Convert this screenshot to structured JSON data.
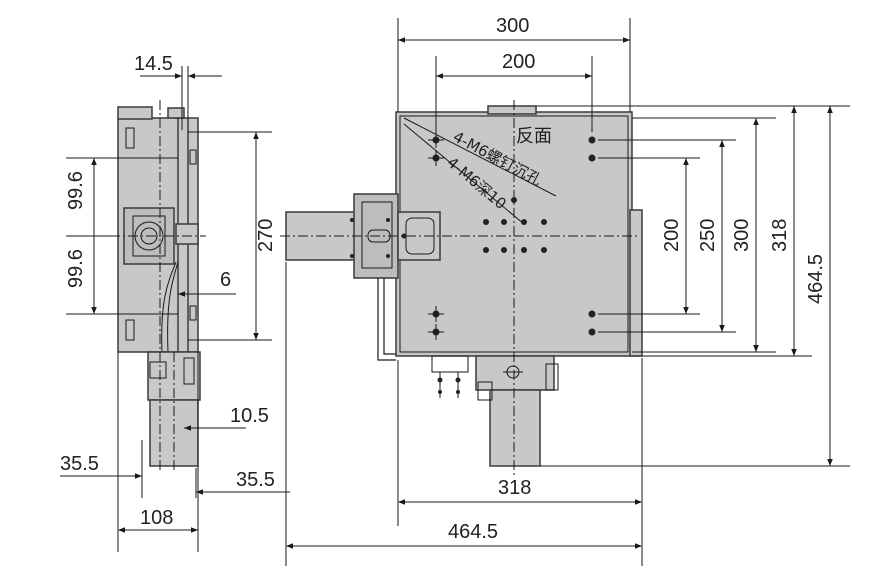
{
  "side_view": {
    "dims": {
      "top_width": "14.5",
      "upper_pitch": "99.6",
      "lower_pitch": "99.6",
      "height": "270",
      "gap": "6",
      "offset": "10.5",
      "left_offset": "35.5",
      "right_offset": "35.5",
      "total_width": "108"
    }
  },
  "plan_view": {
    "dims": {
      "top_outer": "300",
      "top_inner": "200",
      "v_200": "200",
      "v_250": "250",
      "v_300": "300",
      "v_318": "318",
      "v_464": "464.5",
      "bottom_318": "318",
      "bottom_464": "464.5"
    },
    "labels": {
      "back_side": "反面",
      "counterbore": "4-M6螺钉沉孔",
      "tapped": "4-M6深10"
    }
  },
  "colors": {
    "body_fill": "#c8c8c8",
    "line": "#1a1a1a"
  }
}
